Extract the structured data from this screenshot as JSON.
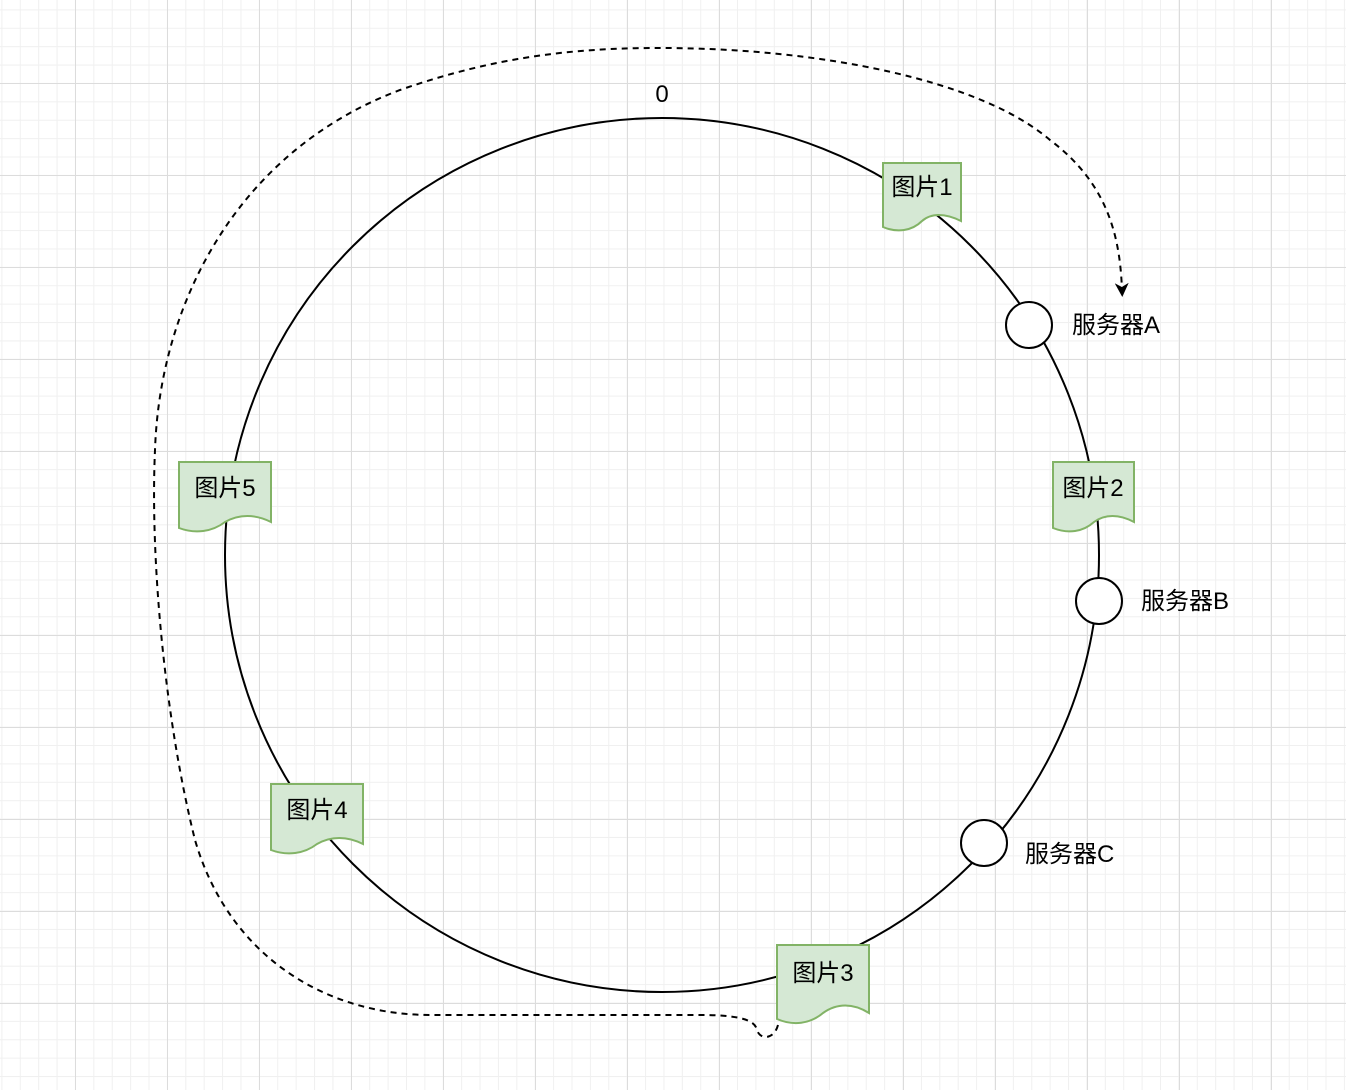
{
  "ring": {
    "zero_label": "0"
  },
  "servers": [
    {
      "id": "a",
      "label": "服务器A"
    },
    {
      "id": "b",
      "label": "服务器B"
    },
    {
      "id": "c",
      "label": "服务器C"
    }
  ],
  "images": [
    {
      "id": "1",
      "label": "图片1"
    },
    {
      "id": "2",
      "label": "图片2"
    },
    {
      "id": "3",
      "label": "图片3"
    },
    {
      "id": "4",
      "label": "图片4"
    },
    {
      "id": "5",
      "label": "图片5"
    }
  ],
  "colors": {
    "image_fill": "#d5e8d4",
    "image_stroke": "#82b366",
    "line": "#000000"
  }
}
